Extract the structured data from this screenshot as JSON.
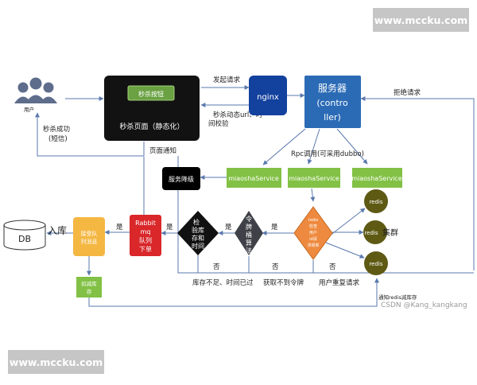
{
  "watermark": {
    "top": "www.mccku.com",
    "bottom": "www.mccku.com"
  },
  "csdn": "CSDN @Kang_kangkang",
  "user": {
    "label": "用户"
  },
  "page": {
    "button": "秒杀按钮",
    "title": "秒杀页面（静态化）"
  },
  "nginx": "nginx",
  "server": {
    "line1": "服务器",
    "line2": "(contro",
    "line3": "ller)"
  },
  "degrade": "服务降级",
  "services": [
    "miaoshaService",
    "miaoshaService",
    "miaoshaService"
  ],
  "redis": [
    "redis",
    "redis",
    "redis"
  ],
  "cluster": "集群",
  "rabbit": [
    "Rabbit",
    "mq",
    "队列",
    "下单"
  ],
  "consume": [
    "接受队",
    "列消息"
  ],
  "deduct": [
    "扣减库",
    "存"
  ],
  "db": "DB",
  "inbound": "入库",
  "edges": {
    "request": "发起请求",
    "verify1": "秒杀动态url、时",
    "verify2": "间校验",
    "reject": "拒绝请求",
    "rpc": "Rpc调用(可采用dubbo)",
    "success1": "秒杀成功",
    "success2": "(短信)",
    "notify": "页面通知",
    "no_stock": "库存不足、时间已过",
    "no_token": "获取不到令牌",
    "repeat": "用户重复请求",
    "redis_sync": "通知redis减库存",
    "yes": "是",
    "no": "否"
  },
  "diamonds": {
    "check": [
      "检",
      "验库",
      "存和",
      "时间"
    ],
    "token": [
      "令",
      "牌",
      "桶",
      "算",
      "法"
    ],
    "redis_check": [
      "redis",
      "检查",
      "用户",
      "id请",
      "求频率"
    ]
  },
  "colors": {
    "accent_green": "#82c145",
    "nginx_blue": "#13419e",
    "server_blue": "#2b6bb6",
    "rabbit_red": "#d9272a",
    "orange": "#ee8a3f",
    "redis_olive": "#5e5a14",
    "arrow": "#5a79ad"
  }
}
